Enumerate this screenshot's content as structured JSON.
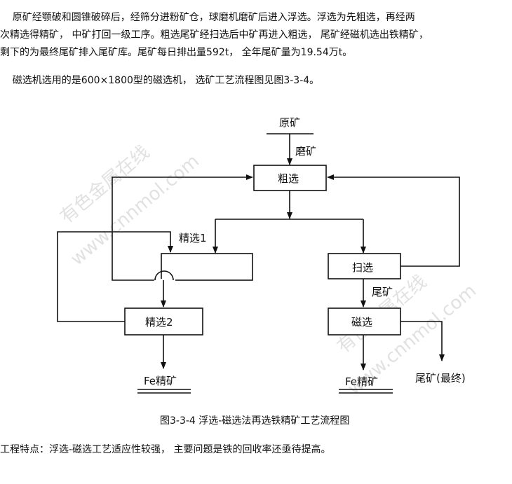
{
  "paragraphs": {
    "p1_line1": "    原矿经颚破和圆锥破碎后，经筛分进粉矿仓，球磨机磨矿后进入浮选。浮选为先粗选，再经两",
    "p1_line2": "次精选得精矿， 中矿打回一级工序。粗选尾矿经扫选后中矿再进入粗选， 尾矿经磁机选出铁精矿，",
    "p1_line3": "剩下的为最终尾矿排入尾矿库。尾矿每日排出量592t， 全年尾矿量为19.54万t。",
    "p2": "    磁选机选用的是600×1800型的磁选机， 选矿工艺流程图见图3-3-4。"
  },
  "flowchart": {
    "raw_ore": "原矿",
    "grinding": "磨矿",
    "rougher": "粗选",
    "cleaner1": "精选1",
    "cleaner2": "精选2",
    "scavenger": "扫选",
    "tailings_label": "尾矿",
    "magnetic": "磁选",
    "fe_conc_left": "Fe精矿",
    "fe_conc_right": "Fe精矿",
    "final_tailings": "尾矿(最终)"
  },
  "watermark": {
    "line_a": "有色金属在线",
    "line_b": "www.cnnmol.com"
  },
  "caption": "图3-3-4 浮选-磁选法再选铁精矿工艺流程图",
  "features": "工程特点：浮选-磁选工艺适应性较强， 主要问题是铁的回收率还亟待提高。"
}
